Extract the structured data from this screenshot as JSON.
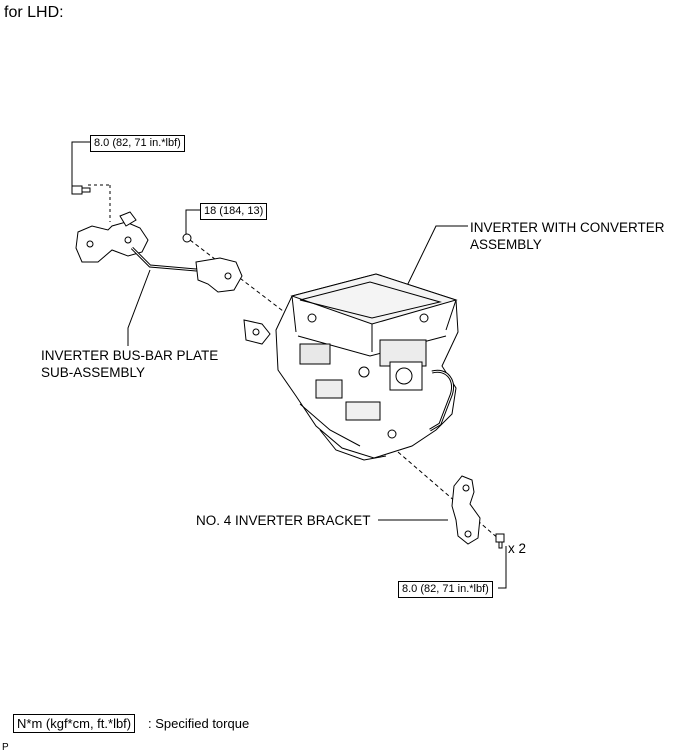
{
  "heading": "for LHD:",
  "labels": {
    "inverter_converter": [
      "INVERTER WITH CONVERTER",
      "ASSEMBLY"
    ],
    "busbar_plate": [
      "INVERTER BUS-BAR PLATE",
      "SUB-ASSEMBLY"
    ],
    "bracket": "NO. 4 INVERTER BRACKET"
  },
  "torques": {
    "busbar_bolt": "8.0 (82, 71 in.*lbf)",
    "nut": "18 (184, 13)",
    "bracket_bolt": "8.0 (82, 71 in.*lbf)"
  },
  "quantity": "x 2",
  "legend": {
    "unit": "N*m (kgf*cm, ft.*lbf)",
    "text": ": Specified torque"
  },
  "code": "P"
}
